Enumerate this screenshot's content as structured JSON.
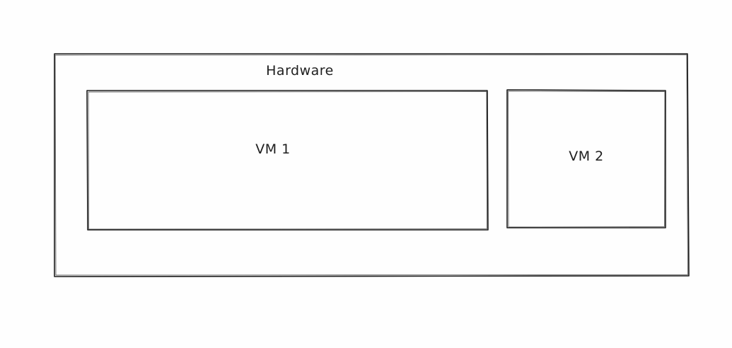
{
  "diagram": {
    "hardware": {
      "label": "Hardware"
    },
    "vms": [
      {
        "label": "VM 1"
      },
      {
        "label": "VM 2"
      }
    ],
    "colors": {
      "stroke": "#1e1e1e",
      "background": "#fefefe"
    }
  }
}
